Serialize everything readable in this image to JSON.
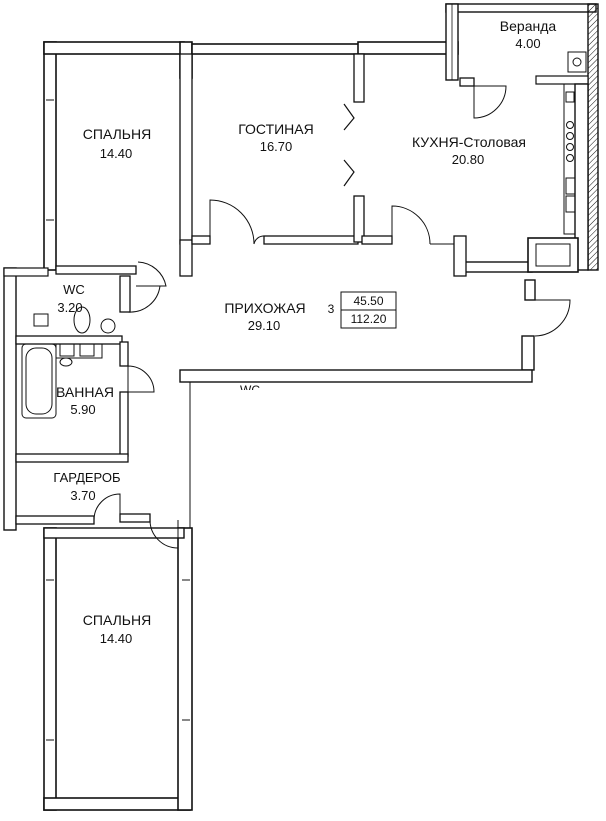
{
  "rooms": {
    "veranda": {
      "name": "Веранда",
      "area": "4.00"
    },
    "bedroom_1": {
      "name": "СПАЛЬНЯ",
      "area": "14.40"
    },
    "living": {
      "name": "ГОСТИНАЯ",
      "area": "16.70"
    },
    "kitchen": {
      "name": "КУХНЯ-Столовая",
      "area": "20.80"
    },
    "wc": {
      "name": "WC",
      "area": "3.20"
    },
    "hall": {
      "name": "ПРИХОЖАЯ",
      "area": "29.10"
    },
    "bath": {
      "name": "ВАННАЯ",
      "area": "5.90"
    },
    "wardrobe": {
      "name": "ГАРДЕРОБ",
      "area": "3.70"
    },
    "bedroom_2": {
      "name": "СПАЛЬНЯ",
      "area": "14.40"
    },
    "neighbor_wc": {
      "name": "WC"
    }
  },
  "apartment": {
    "rooms_count": "3",
    "living_area": "45.50",
    "total_area": "112.20"
  },
  "colors": {
    "wall": "#111111",
    "wall_fill": "#ffffff",
    "background": "#ffffff"
  }
}
